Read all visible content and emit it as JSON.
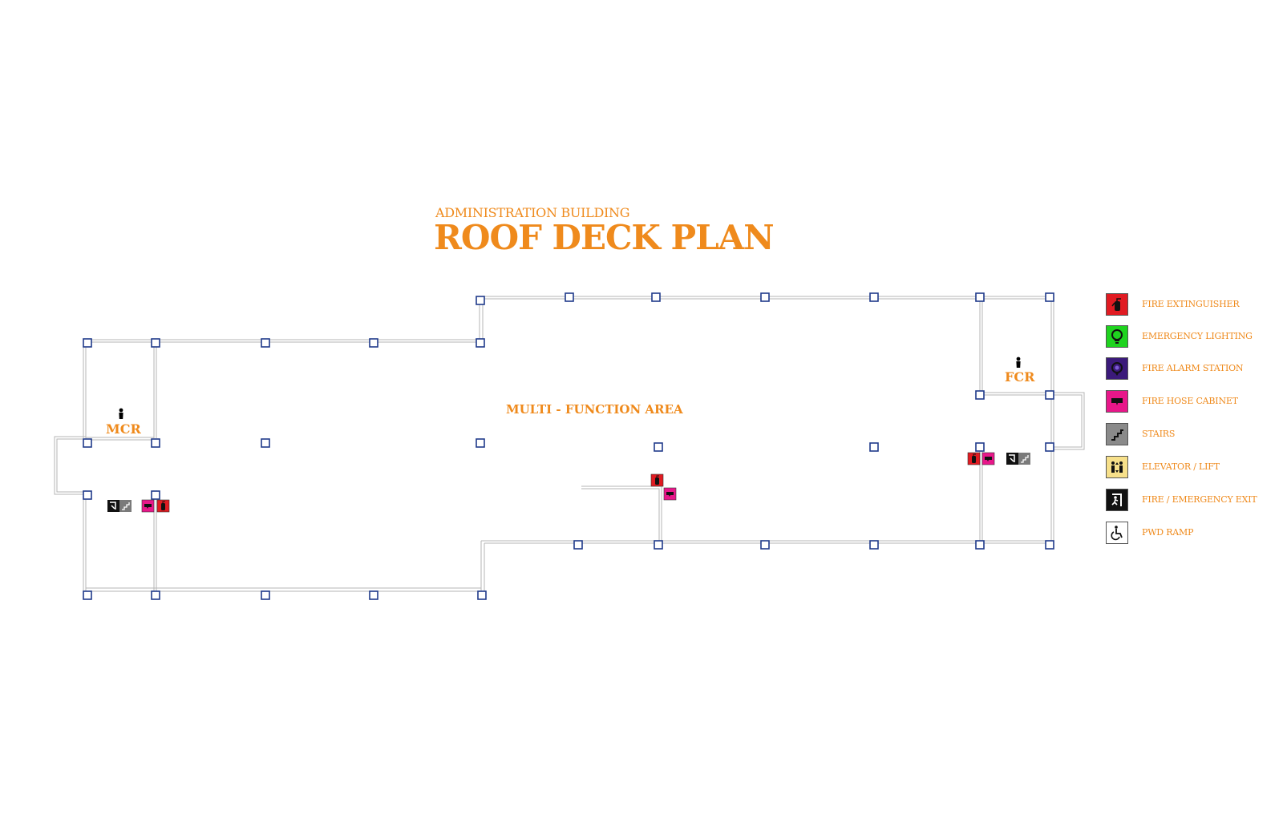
{
  "title": {
    "subtitle": "ADMINISTRATION BUILDING",
    "main": "ROOF DECK PLAN"
  },
  "rooms": {
    "mcr": "MCR",
    "fcr": "FCR",
    "multi_function": "MULTI - FUNCTION AREA"
  },
  "legend": [
    {
      "label": "FIRE EXTINGUISHER",
      "icon": "fire-extinguisher-icon",
      "color": "#e11b22"
    },
    {
      "label": "EMERGENCY LIGHTING",
      "icon": "emergency-light-icon",
      "color": "#1fd31f"
    },
    {
      "label": "FIRE ALARM STATION",
      "icon": "fire-alarm-icon",
      "color": "#3b1a7a"
    },
    {
      "label": "FIRE HOSE CABINET",
      "icon": "fire-hose-icon",
      "color": "#e8178a"
    },
    {
      "label": "STAIRS",
      "icon": "stairs-icon",
      "color": "#8a8a8a"
    },
    {
      "label": "ELEVATOR / LIFT",
      "icon": "elevator-icon",
      "color": "#f7e08a"
    },
    {
      "label": "FIRE / EMERGENCY EXIT",
      "icon": "emergency-exit-icon",
      "color": "#111111"
    },
    {
      "label": "PWD RAMP",
      "icon": "pwd-ramp-icon",
      "color": "#ffffff"
    }
  ],
  "colors": {
    "accent": "#ef8a1c",
    "column": "#1f3a8a",
    "wall": "#b5b5b5"
  }
}
